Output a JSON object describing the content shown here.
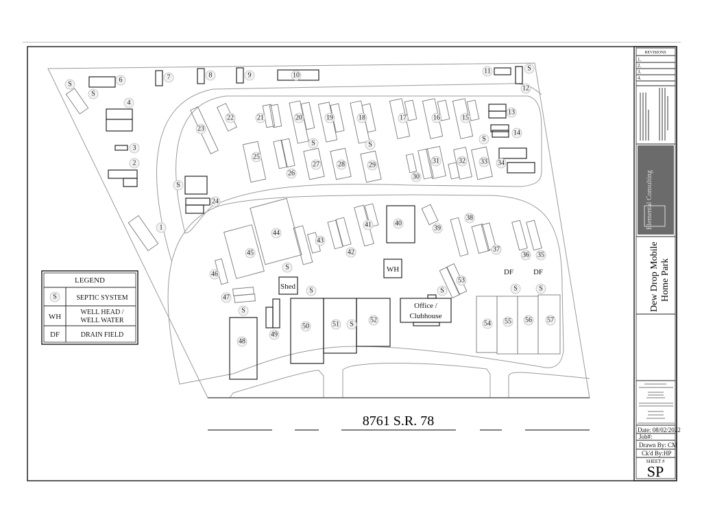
{
  "site": {
    "address": "8761 S.R. 78",
    "lot_numbers": [
      "1",
      "2",
      "3",
      "4",
      "6",
      "7",
      "8",
      "9",
      "10",
      "11",
      "12",
      "13",
      "14",
      "15",
      "16",
      "17",
      "18",
      "19",
      "20",
      "21",
      "22",
      "23",
      "24",
      "25",
      "26",
      "27",
      "28",
      "29",
      "30",
      "31",
      "32",
      "33",
      "34",
      "35",
      "36",
      "37",
      "38",
      "39",
      "40",
      "41",
      "42",
      "43",
      "44",
      "45",
      "46",
      "47",
      "48",
      "49",
      "50",
      "51",
      "52",
      "53",
      "54",
      "55",
      "56",
      "57"
    ],
    "septic_marker": "S",
    "well_head_marker": "WH",
    "drain_field_marker": "DF",
    "shed_label": "Shed",
    "office_label_line1": "Office /",
    "office_label_line2": "Clubhouse"
  },
  "legend": {
    "title": "LEGEND",
    "items": [
      {
        "symbol": "S",
        "label": "SEPTIC SYSTEM"
      },
      {
        "symbol": "WH",
        "label_line1": "WELL HEAD /",
        "label_line2": "WELL WATER"
      },
      {
        "symbol": "DF",
        "label": "DRAIN FIELD"
      }
    ]
  },
  "title_block": {
    "revisions_header": "REVISIONS",
    "revisions": [
      "1.",
      "2.",
      "3.",
      "4."
    ],
    "company_logo": "Elemental Consulting",
    "project_title_line1": "Dew Drop Mobile",
    "project_title_line2": "Home Park",
    "date": "Date: 08/02/2022",
    "job": "Job#:",
    "drawn_by": "Drawn By: CM",
    "checked_by": "Ck'd By:HP",
    "sheet_label": "SHEET #",
    "sheet_number": "SP"
  }
}
